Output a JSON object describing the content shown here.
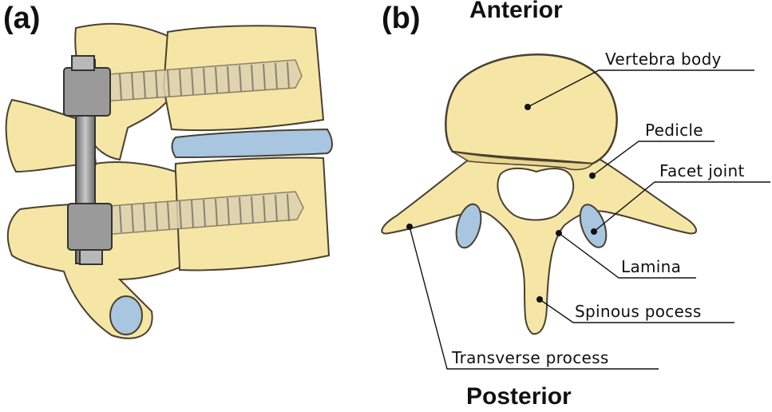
{
  "panel_a": {
    "letter": "(a)"
  },
  "panel_b": {
    "letter": "(b)"
  },
  "orientation": {
    "top": "Anterior",
    "bottom": "Posterior"
  },
  "labels": {
    "vertebra_body": "Vertebra body",
    "pedicle": "Pedicle",
    "facet_joint": "Facet joint",
    "lamina": "Lamina",
    "spinous_process": "Spinous pocess",
    "transverse_process": "Transverse process"
  },
  "colors": {
    "bone": "#f5e6a6",
    "bone_outline": "#4a4030",
    "disc": "#a8c6e0",
    "implant": "#9a9a9a"
  }
}
